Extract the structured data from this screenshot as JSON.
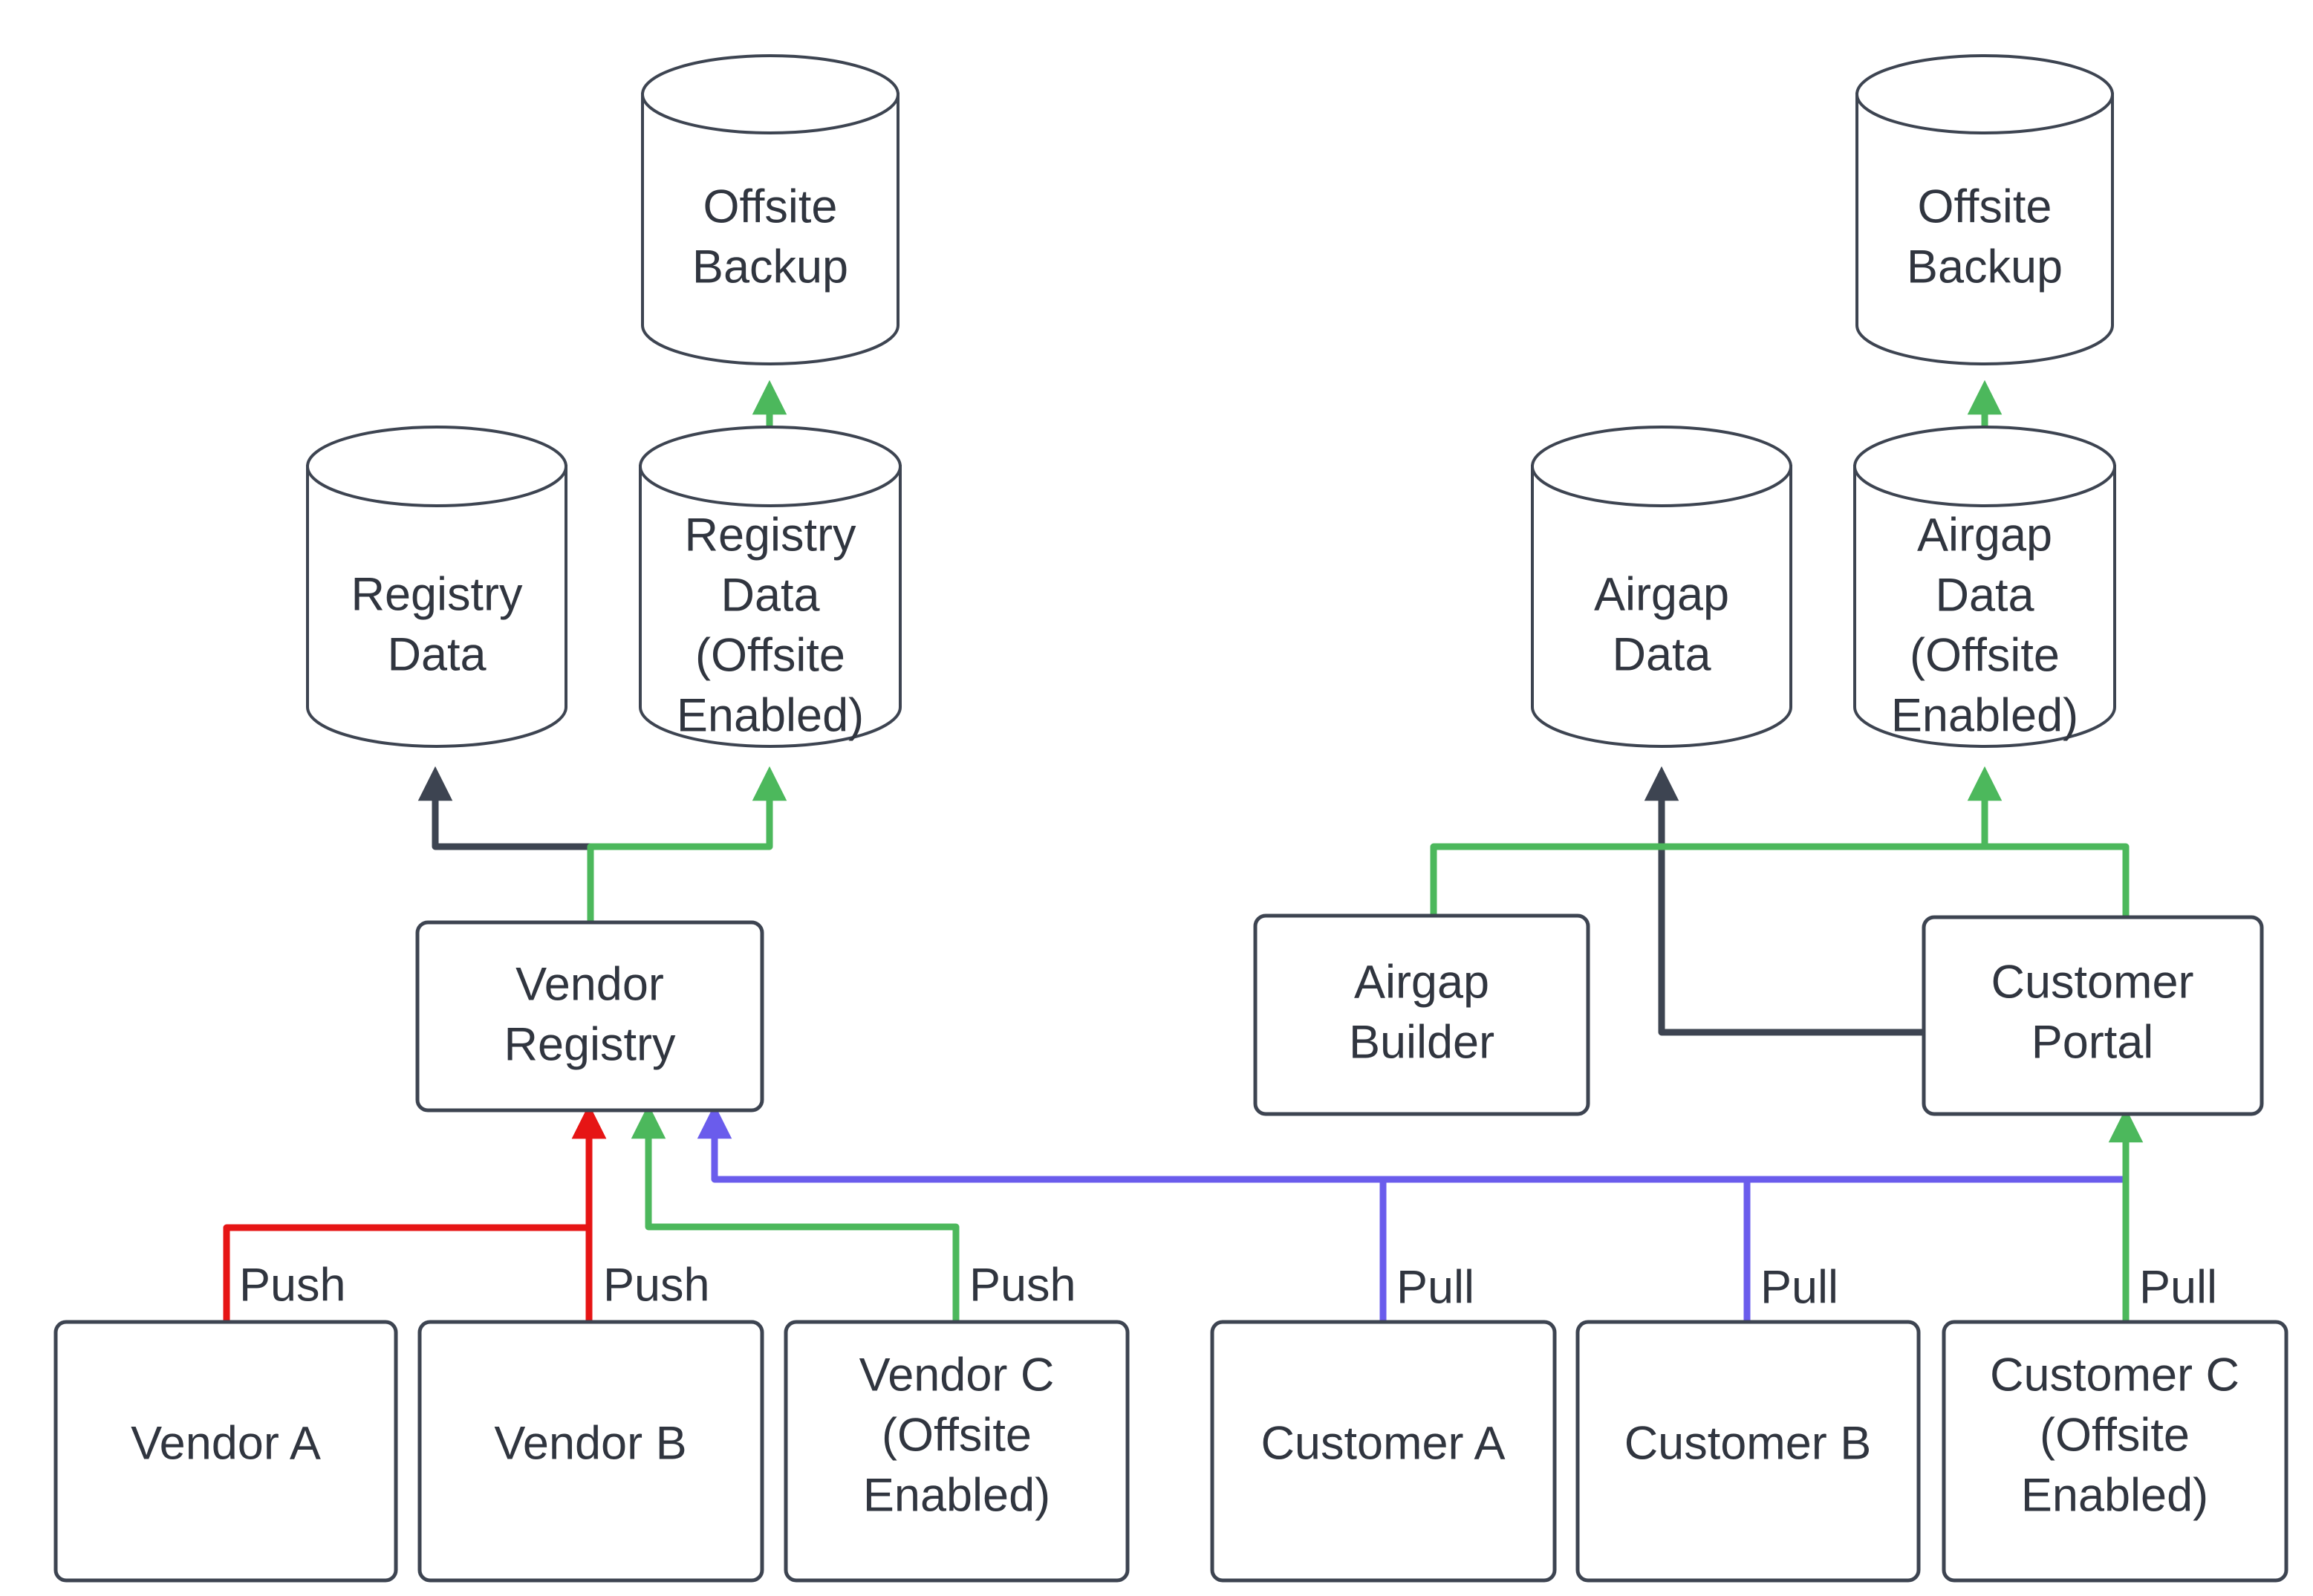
{
  "diagram": {
    "title": "Vendor Registry and Airgap Distribution Flow",
    "background": "#ffffff",
    "colors": {
      "stroke_dark": "#3d4451",
      "text": "#30353f",
      "red": "#e61515",
      "green": "#4cb85c",
      "purple": "#6a5cec",
      "white": "#ffffff"
    }
  },
  "nodes": {
    "offsite_backup_left": {
      "label_line1": "Offsite",
      "label_line2": "Backup",
      "shape": "cylinder"
    },
    "offsite_backup_right": {
      "label_line1": "Offsite",
      "label_line2": "Backup",
      "shape": "cylinder"
    },
    "registry_data": {
      "label_line1": "Registry",
      "label_line2": "Data",
      "shape": "cylinder"
    },
    "registry_data_offsite": {
      "label_line1": "Registry",
      "label_line2": "Data",
      "label_line3": "(Offsite",
      "label_line4": "Enabled)",
      "shape": "cylinder"
    },
    "airgap_data": {
      "label_line1": "Airgap",
      "label_line2": "Data",
      "shape": "cylinder"
    },
    "airgap_data_offsite": {
      "label_line1": "Airgap",
      "label_line2": "Data",
      "label_line3": "(Offsite",
      "label_line4": "Enabled)",
      "shape": "cylinder"
    },
    "vendor_registry": {
      "label_line1": "Vendor",
      "label_line2": "Registry",
      "shape": "box"
    },
    "airgap_builder": {
      "label_line1": "Airgap",
      "label_line2": "Builder",
      "shape": "box"
    },
    "customer_portal": {
      "label_line1": "Customer",
      "label_line2": "Portal",
      "shape": "box"
    },
    "vendor_a": {
      "label_line1": "Vendor A",
      "shape": "box"
    },
    "vendor_b": {
      "label_line1": "Vendor B",
      "shape": "box"
    },
    "vendor_c": {
      "label_line1": "Vendor C",
      "label_line2": "(Offsite",
      "label_line3": "Enabled)",
      "shape": "box"
    },
    "customer_a": {
      "label_line1": "Customer A",
      "shape": "box"
    },
    "customer_b": {
      "label_line1": "Customer B",
      "shape": "box"
    },
    "customer_c": {
      "label_line1": "Customer C",
      "label_line2": "(Offsite",
      "label_line3": "Enabled)",
      "shape": "box"
    }
  },
  "edge_labels": {
    "push_vendor_a": "Push",
    "push_vendor_b": "Push",
    "push_vendor_c": "Push",
    "pull_customer_a": "Pull",
    "pull_customer_b": "Pull",
    "pull_customer_c": "Pull"
  },
  "edges": [
    {
      "from": "registry_data_offsite",
      "to": "offsite_backup_left",
      "color": "green",
      "label": ""
    },
    {
      "from": "airgap_data_offsite",
      "to": "offsite_backup_right",
      "color": "green",
      "label": ""
    },
    {
      "from": "vendor_registry",
      "to": "registry_data",
      "color": "dark",
      "label": ""
    },
    {
      "from": "vendor_registry",
      "to": "registry_data_offsite",
      "color": "green",
      "label": ""
    },
    {
      "from": "customer_portal",
      "to": "airgap_data",
      "color": "dark",
      "label": ""
    },
    {
      "from": "airgap_builder",
      "to": "airgap_data_offsite",
      "color": "green",
      "label": ""
    },
    {
      "from": "customer_portal",
      "to": "airgap_data_offsite",
      "color": "green",
      "label": ""
    },
    {
      "from": "vendor_a",
      "to": "vendor_registry",
      "color": "red",
      "label": "Push"
    },
    {
      "from": "vendor_b",
      "to": "vendor_registry",
      "color": "red",
      "label": "Push"
    },
    {
      "from": "vendor_c",
      "to": "vendor_registry",
      "color": "green",
      "label": "Push"
    },
    {
      "from": "customer_a",
      "to": "vendor_registry",
      "color": "purple",
      "label": "Pull"
    },
    {
      "from": "customer_b",
      "to": "vendor_registry",
      "color": "purple",
      "label": "Pull"
    },
    {
      "from": "customer_c",
      "to": "customer_portal",
      "color": "green",
      "label": "Pull"
    }
  ]
}
